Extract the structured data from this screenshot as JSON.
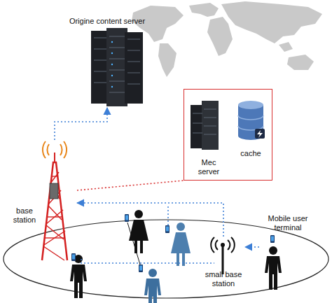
{
  "diagram": {
    "nodes": [
      {
        "text": [
          "Origine content server"
        ]
      },
      {
        "text": []
      },
      {
        "text": [
          "Mec server"
        ],
        "in": 1
      },
      {
        "text": [
          "cache"
        ],
        "in": 1
      },
      {
        "text": [
          "base station"
        ]
      },
      {
        "text": [
          "small base station"
        ]
      },
      {
        "text": [
          "Mobile user terminal"
        ]
      }
    ],
    "edges": [
      {
        "from": 4,
        "to": 0,
        "arrow": "to"
      },
      {
        "from": 4,
        "to": 1,
        "arrow": "none"
      },
      {
        "from": 5,
        "to": 4,
        "arrow": "to"
      },
      {
        "from": 6,
        "to": 5,
        "arrow": "to"
      }
    ]
  }
}
